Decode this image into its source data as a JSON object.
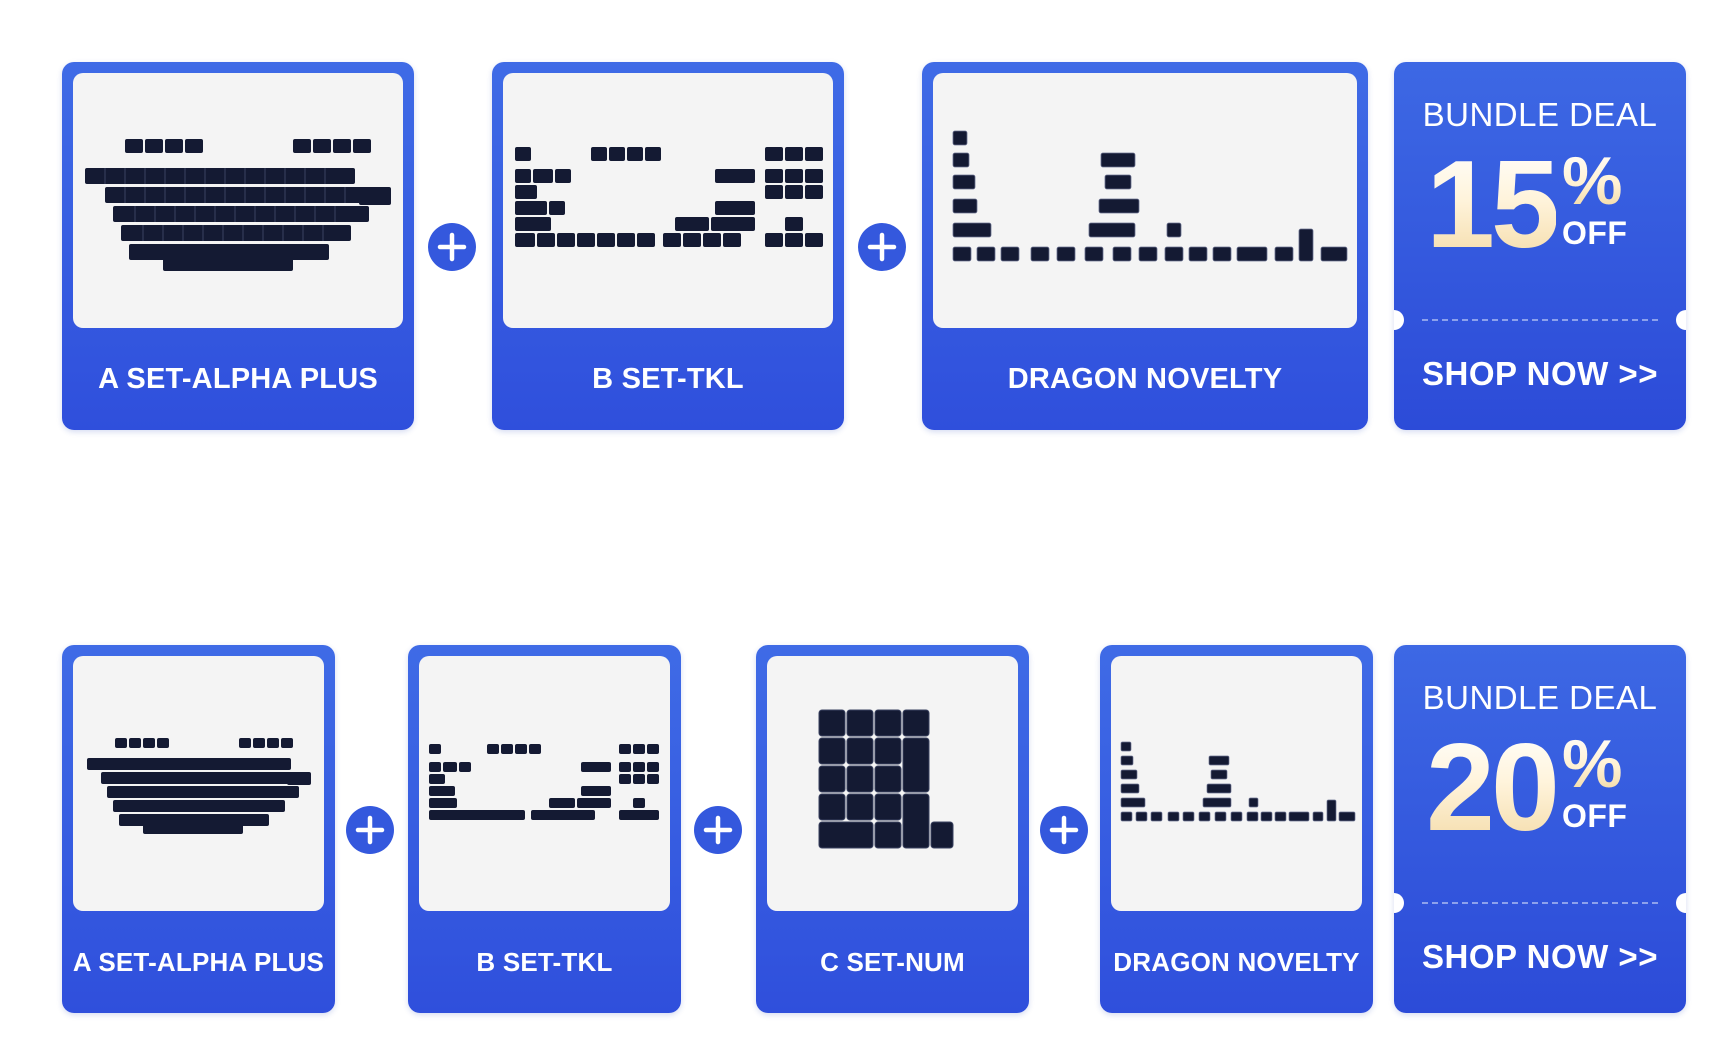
{
  "bundles": [
    {
      "items": [
        {
          "label": "A SET-ALPHA PLUS",
          "image": "keycap-alpha-set"
        },
        {
          "label": "B SET-TKL",
          "image": "keycap-tkl-set"
        },
        {
          "label": "DRAGON NOVELTY",
          "image": "keycap-novelty-set"
        }
      ],
      "deal": {
        "title": "BUNDLE DEAL",
        "number": "15",
        "percent_sign": "%",
        "off": "OFF",
        "cta": "SHOP NOW >>"
      }
    },
    {
      "items": [
        {
          "label": "A SET-ALPHA PLUS",
          "image": "keycap-alpha-set"
        },
        {
          "label": "B SET-TKL",
          "image": "keycap-tkl-set"
        },
        {
          "label": "C SET-NUM",
          "image": "keycap-numpad-set"
        },
        {
          "label": "DRAGON NOVELTY",
          "image": "keycap-novelty-set"
        }
      ],
      "deal": {
        "title": "BUNDLE DEAL",
        "number": "20",
        "percent_sign": "%",
        "off": "OFF",
        "cta": "SHOP NOW >>"
      }
    }
  ],
  "plus_icon": "plus-icon",
  "colors": {
    "card_blue": "#3458dd",
    "image_bg": "#f4f4f4",
    "keycap": "#141a33",
    "gold": "#f3d9a4"
  }
}
